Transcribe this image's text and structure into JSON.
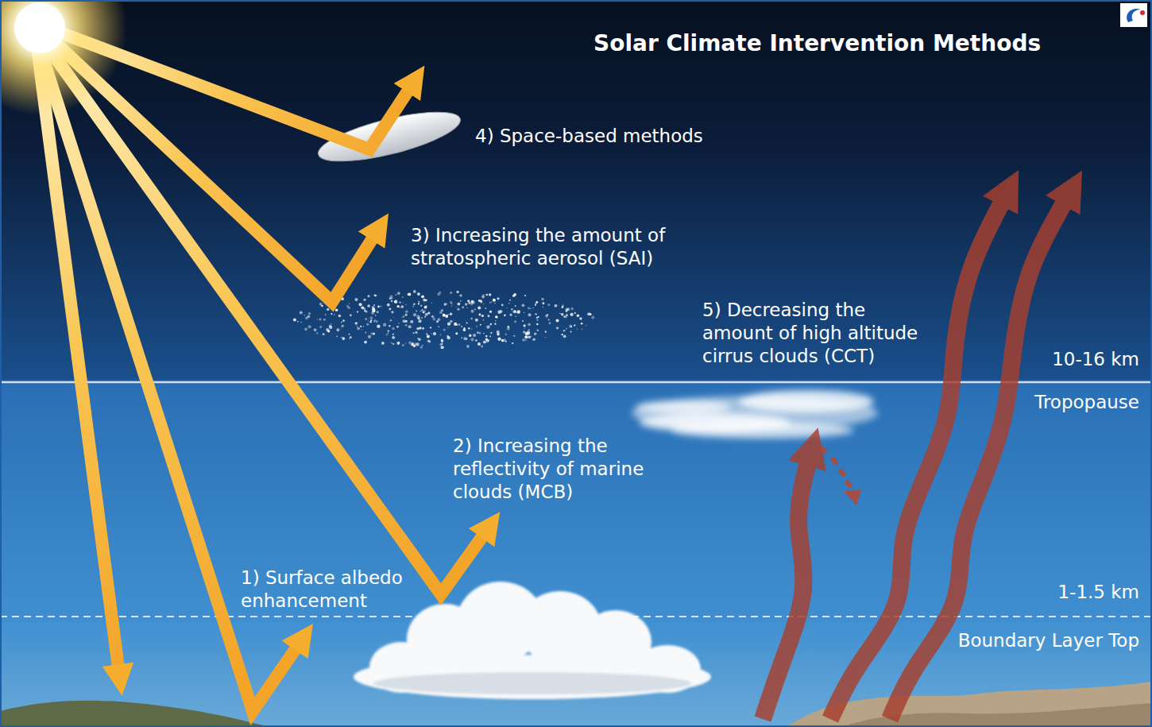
{
  "diagram": {
    "title": "Solar Climate Intervention Methods",
    "labels": [
      "4) Space-based methods",
      "3) Increasing the amount of stratospheric aerosol (SAI)",
      "5) Decreasing the amount of high altitude cirrus clouds (CCT)",
      "10-16 km",
      "Tropopause",
      "2) Increasing the reflectivity of marine clouds (MCB)",
      "1-1.5 km",
      "1) Surface albedo enhancement",
      "Boundary Layer Top"
    ]
  }
}
